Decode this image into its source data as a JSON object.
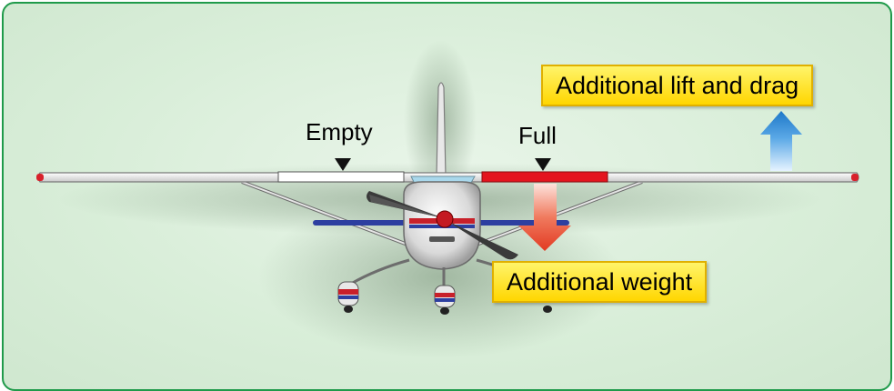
{
  "labels": {
    "empty": "Empty",
    "full": "Full",
    "lift_drag": "Additional lift and drag",
    "weight": "Additional weight"
  },
  "colors": {
    "frame_border": "#1f9a4a",
    "background": "#d9eed9",
    "callout_fill": "#ffe600",
    "full_tank": "#e4141e",
    "empty_tank": "#ffffff",
    "lift_arrow": "#2f8fd8",
    "weight_arrow": "#e8452c"
  }
}
